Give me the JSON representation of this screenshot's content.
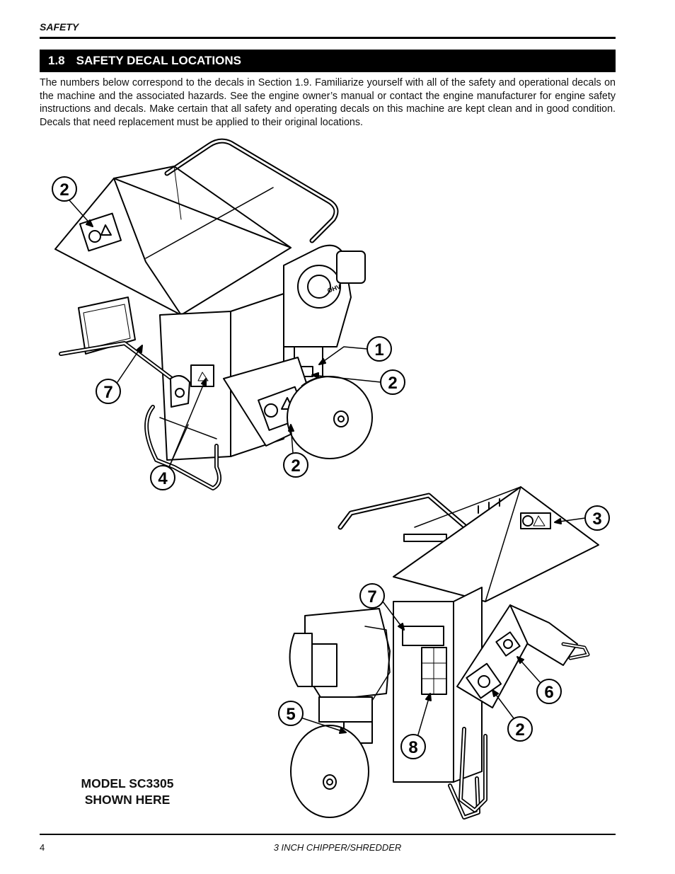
{
  "header": {
    "running_head": "SAFETY"
  },
  "section": {
    "number": "1.8",
    "title": "SAFETY DECAL LOCATIONS"
  },
  "intro_text": "The numbers below correspond to the decals in Section 1.9.  Familiarize yourself with all of the safety and operational decals on the machine and the associated hazards.  See the engine owner’s manual or contact the engine manufacturer for engine safety instructions and decals.  Make certain that all safety and operating decals on this machine are kept clean and in good condition. Decals that need replacement must be applied to their original locations.",
  "figure": {
    "engine_brand_text": "OHV",
    "callouts_top": [
      "2",
      "7",
      "4",
      "1",
      "2",
      "2"
    ],
    "callouts_bottom": [
      "3",
      "7",
      "5",
      "8",
      "6",
      "2"
    ],
    "caption_line1": "MODEL SC3305",
    "caption_line2": "SHOWN HERE"
  },
  "footer": {
    "page_number": "4",
    "title": "3 INCH CHIPPER/SHREDDER"
  }
}
